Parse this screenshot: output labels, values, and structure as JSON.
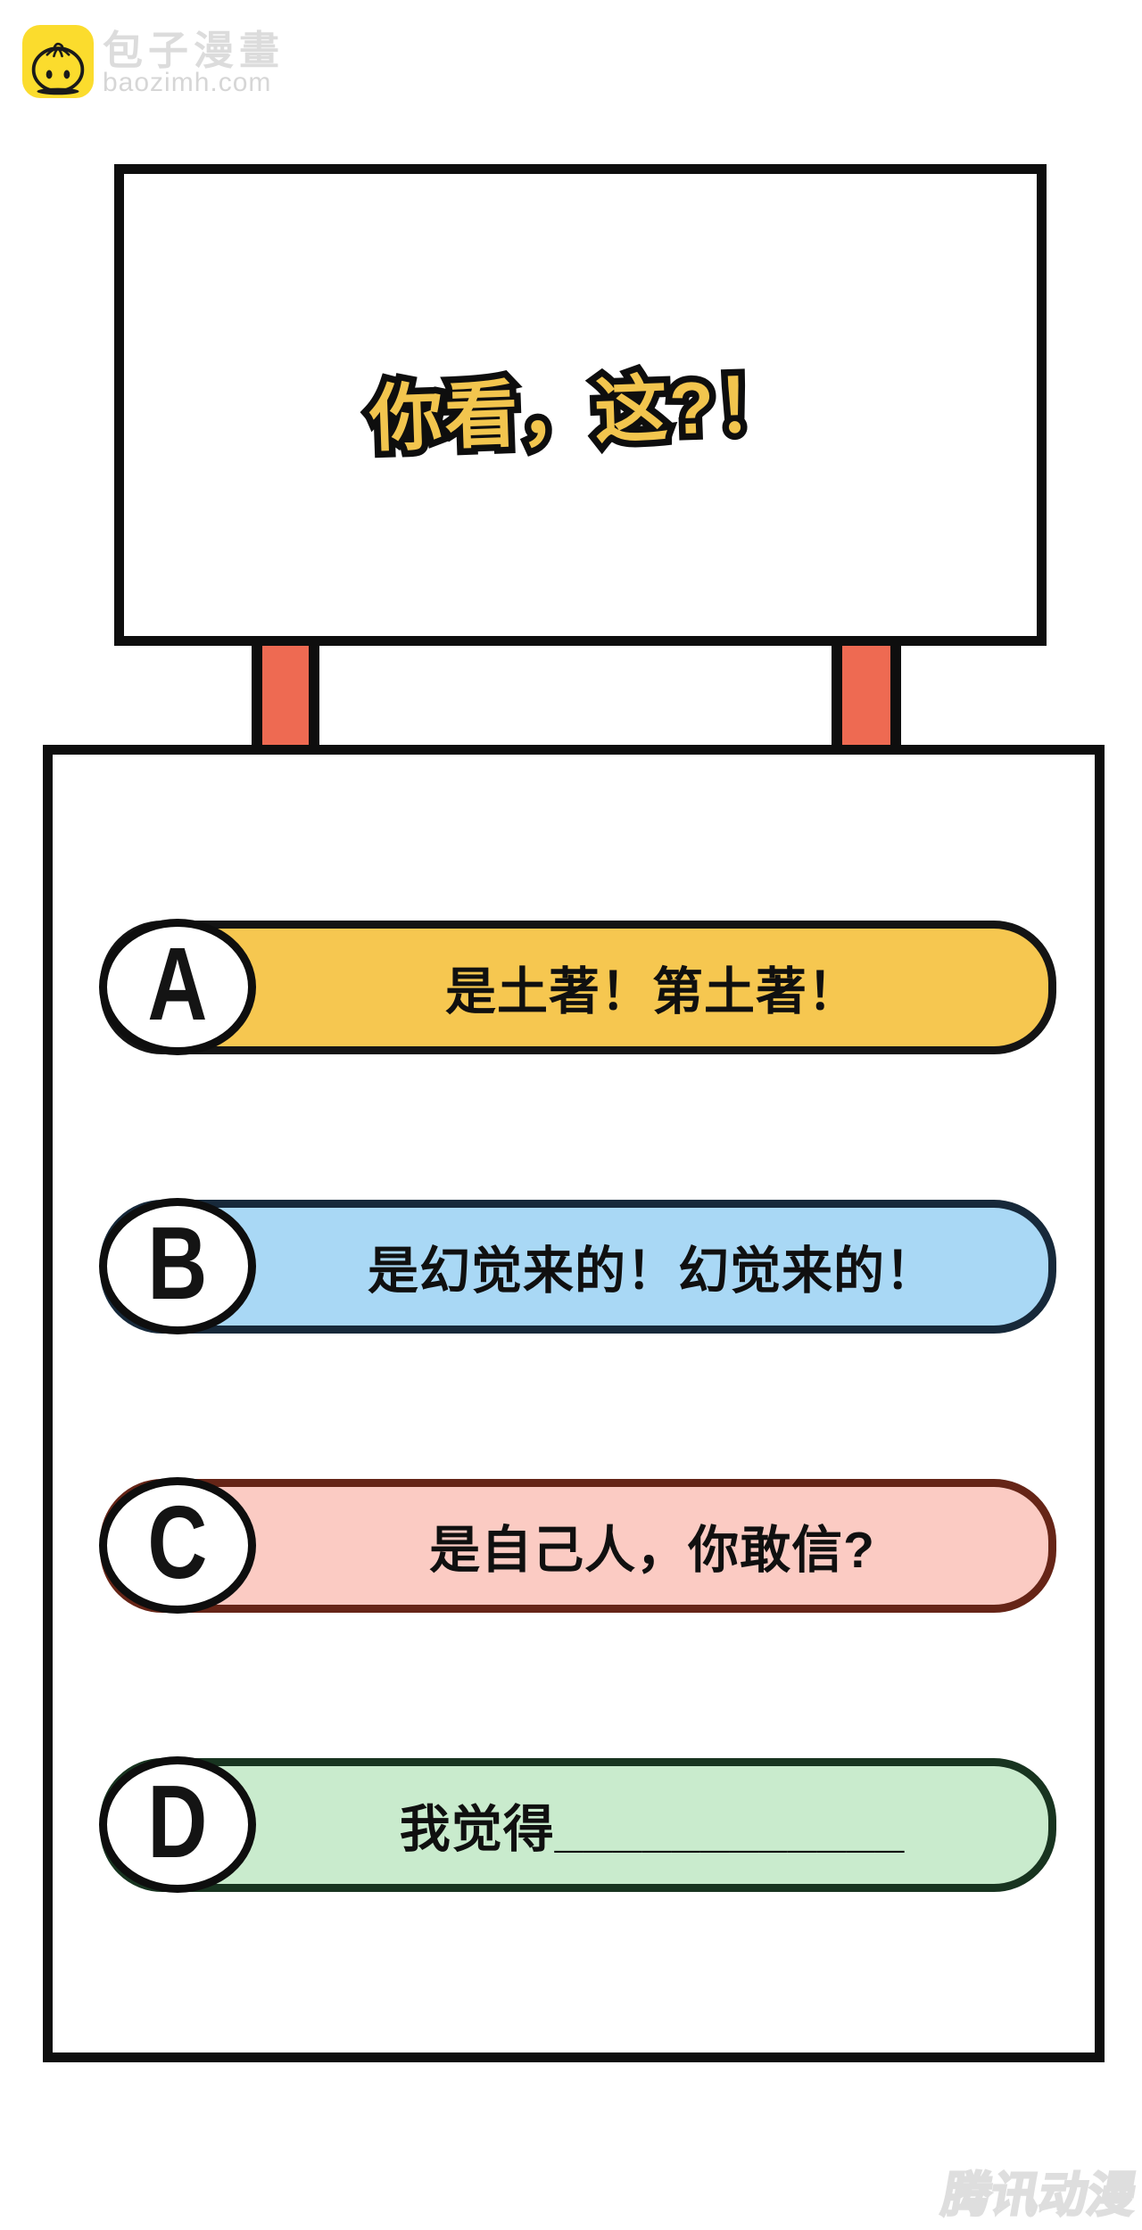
{
  "site": {
    "name_cn": "包子漫畫",
    "domain": "baozimh.com"
  },
  "sign": {
    "title": "你看，这?！"
  },
  "quiz": {
    "options": [
      {
        "key": "A",
        "label": "是土著！第土著！",
        "fill": "#F6C750",
        "border": "#141414"
      },
      {
        "key": "B",
        "label": "是幻觉来的！幻觉来的！",
        "fill": "#A9D8F5",
        "border": "#17293A"
      },
      {
        "key": "C",
        "label": "是自己人，你敢信?",
        "fill": "#FBCBC3",
        "border": "#662517"
      },
      {
        "key": "D",
        "label": "我觉得____________",
        "fill": "#C9EBCD",
        "border": "#183420"
      }
    ]
  },
  "colors": {
    "post": "#EE6A52",
    "sign_text": "#F2C54E",
    "logo_yellow": "#FBDC2D",
    "outline": "#0E0E0E"
  },
  "watermark": {
    "text": "腾讯动漫"
  }
}
